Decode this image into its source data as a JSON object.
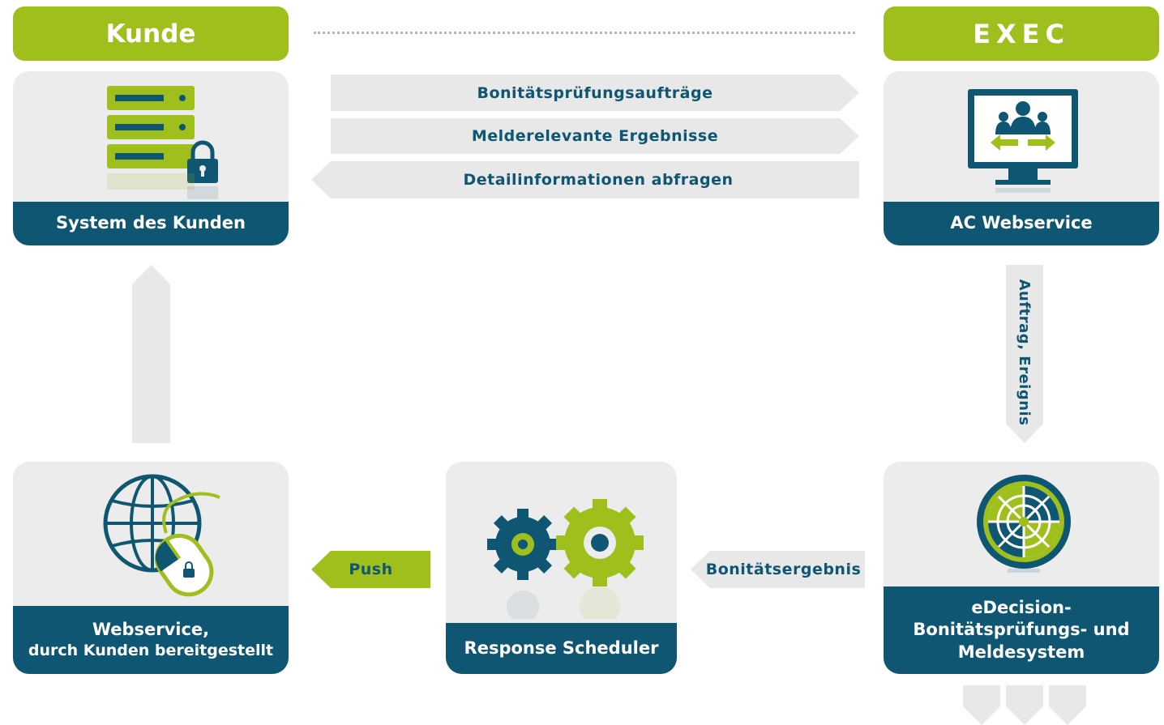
{
  "headers": {
    "customer": "Kunde",
    "vendor_logo": "EXEC"
  },
  "cards": {
    "customer_system": "System des Kunden",
    "ac_webservice": "AC Webservice",
    "customer_webservice_line1": "Webservice,",
    "customer_webservice_line2": "durch Kunden bereitgestellt",
    "response_scheduler": "Response Scheduler",
    "edecision_line1": "eDecision-",
    "edecision_line2": "Bonitätsprüfungs- und",
    "edecision_line3": "Meldesystem"
  },
  "flows": {
    "credit_check_orders": "Bonitätsprüfungsaufträge",
    "reportable_results": "Melderelevante Ergebnisse",
    "query_details": "Detailinformationen abfragen",
    "order_event": "Auftrag, Ereignis",
    "credit_result": "Bonitätsergebnis",
    "push": "Push"
  },
  "icons": {
    "customer_system": "server-lock-icon",
    "ac_webservice": "monitor-users-icon",
    "customer_webservice": "globe-mouse-icon",
    "response_scheduler": "gears-icon",
    "edecision": "radar-dial-icon"
  },
  "colors": {
    "green": "#9ebf1c",
    "navy": "#0f5672",
    "card_bg": "#ececec",
    "arrow_bg": "#e8e8e8"
  }
}
